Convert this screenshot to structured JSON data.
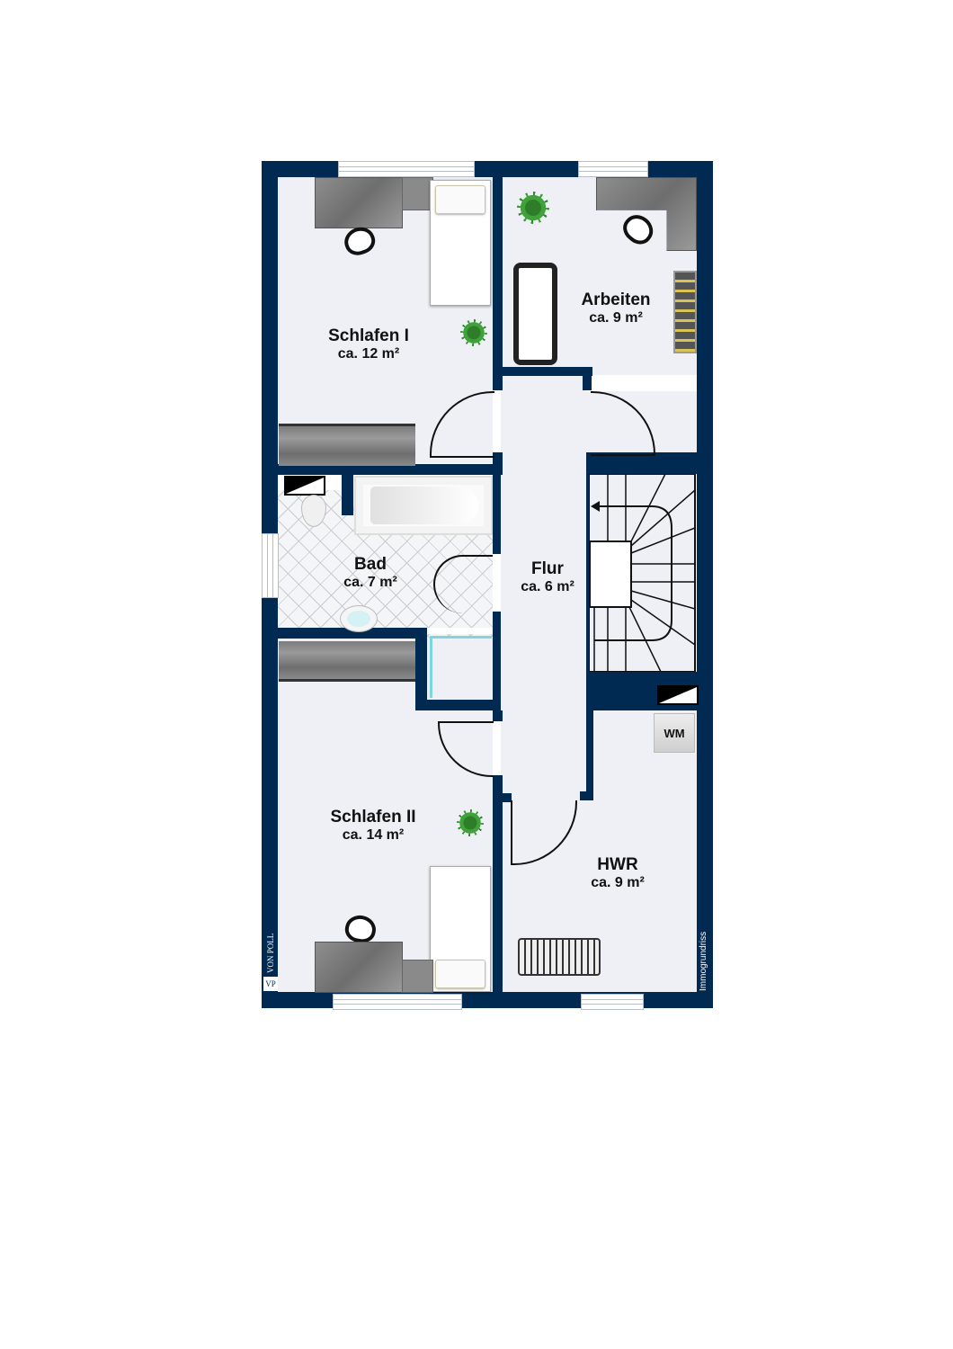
{
  "floorplan": {
    "colors": {
      "wall": "#002a52",
      "floor": "#eef0f5",
      "text": "#111111"
    },
    "rooms": [
      {
        "id": "schlafen-1",
        "name": "Schlafen I",
        "area": "ca. 12 m²"
      },
      {
        "id": "arbeiten",
        "name": "Arbeiten",
        "area": "ca. 9 m²"
      },
      {
        "id": "bad",
        "name": "Bad",
        "area": "ca. 7 m²"
      },
      {
        "id": "flur",
        "name": "Flur",
        "area": "ca. 6 m²"
      },
      {
        "id": "schlafen-2",
        "name": "Schlafen II",
        "area": "ca. 14 m²"
      },
      {
        "id": "hwr",
        "name": "HWR",
        "area": "ca. 9 m²"
      }
    ],
    "appliances": {
      "washing_machine_label": "WM"
    },
    "watermark": "Immogrundriss",
    "logo": {
      "mark": "VP",
      "name": "VON POLL"
    }
  }
}
